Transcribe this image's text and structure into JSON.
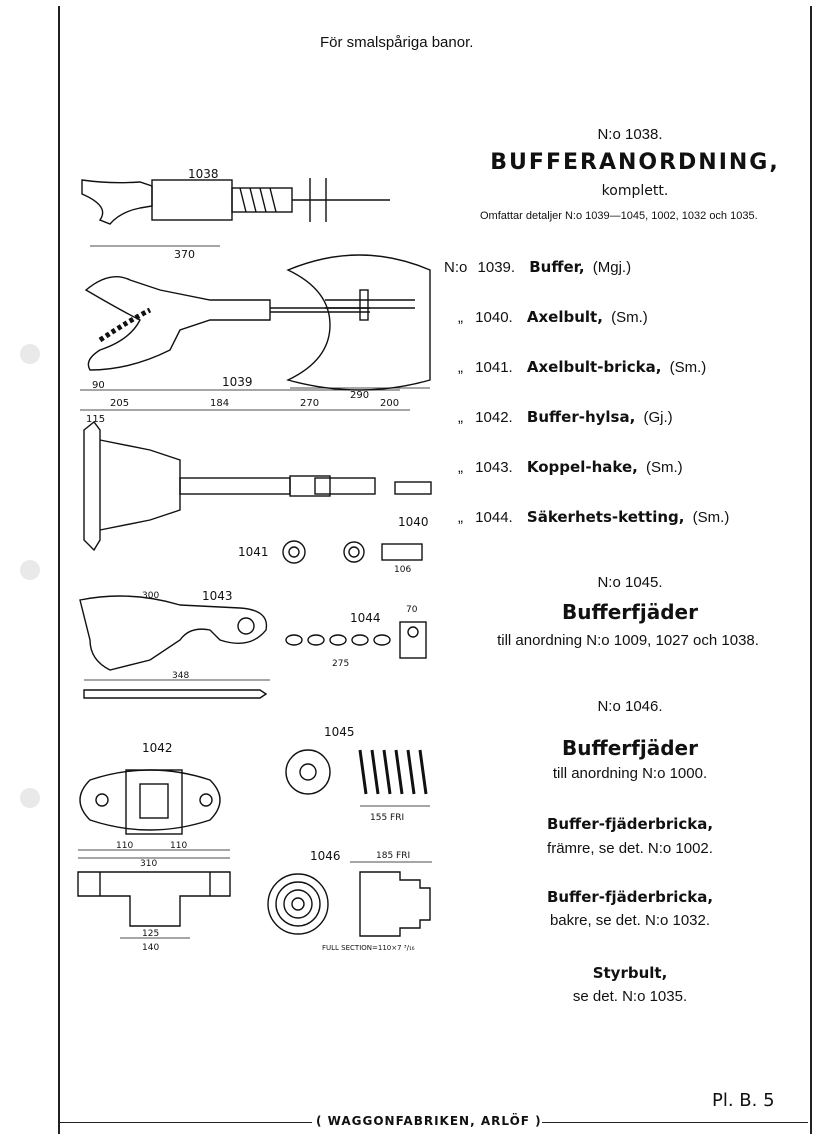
{
  "header": {
    "title": "För smalspåriga banor."
  },
  "main_item": {
    "number": "N:o 1038.",
    "name": "BUFFERANORDNING,",
    "sub": "komplett.",
    "includes": "Omfattar detaljer N:o 1039—1045, 1002, 1032 och 1035."
  },
  "parts": [
    {
      "prefix": "N:o",
      "number": "1039.",
      "name": "Buffer,",
      "material": "(Mgj.)"
    },
    {
      "prefix": "„",
      "number": "1040.",
      "name": "Axelbult,",
      "material": "(Sm.)"
    },
    {
      "prefix": "„",
      "number": "1041.",
      "name": "Axelbult-bricka,",
      "material": "(Sm.)"
    },
    {
      "prefix": "„",
      "number": "1042.",
      "name": "Buffer-hylsa,",
      "material": "(Gj.)"
    },
    {
      "prefix": "„",
      "number": "1043.",
      "name": "Koppel-hake,",
      "material": "(Sm.)"
    },
    {
      "prefix": "„",
      "number": "1044.",
      "name": "Säkerhets-ketting,",
      "material": "(Sm.)"
    }
  ],
  "spring_1045": {
    "number": "N:o 1045.",
    "name": "Bufferfjäder",
    "desc": "till anordning N:o 1009, 1027 och 1038."
  },
  "spring_1046": {
    "number": "N:o 1046.",
    "name": "Bufferfjäder",
    "desc": "till anordning N:o 1000."
  },
  "washer_front": {
    "name": "Buffer-fjäderbricka,",
    "desc": "främre, se det. N:o 1002."
  },
  "washer_back": {
    "name": "Buffer-fjäderbricka,",
    "desc": "bakre, se det. N:o 1032."
  },
  "guide_bolt": {
    "name": "Styrbult,",
    "desc": "se det. N:o 1035."
  },
  "plate_ref": "Pl. B. 5",
  "footer": "( WAGGONFABRIKEN, ARLÖF )",
  "drawing_labels": {
    "d1038": "1038",
    "d1039": "1039",
    "d1040": "1040",
    "d1041": "1041",
    "d1042": "1042",
    "d1043": "1043",
    "d1044": "1044",
    "d1045": "1045",
    "d1046": "1046",
    "dim370": "370",
    "dim290": "290",
    "dim90": "90",
    "dim205": "205",
    "dim115": "115",
    "dim184": "184",
    "dim270": "270",
    "dim200": "200",
    "dim300": "300",
    "dim348": "348",
    "dim275": "275",
    "dim70": "70",
    "dim310": "310",
    "dim110a": "110",
    "dim110b": "110",
    "dim155": "155 FRI",
    "dim185": "185 FRI",
    "dim106": "106",
    "dim125": "125",
    "dim140": "140",
    "fullsection": "FULL SECTION=110×7 ³/₁₆"
  }
}
